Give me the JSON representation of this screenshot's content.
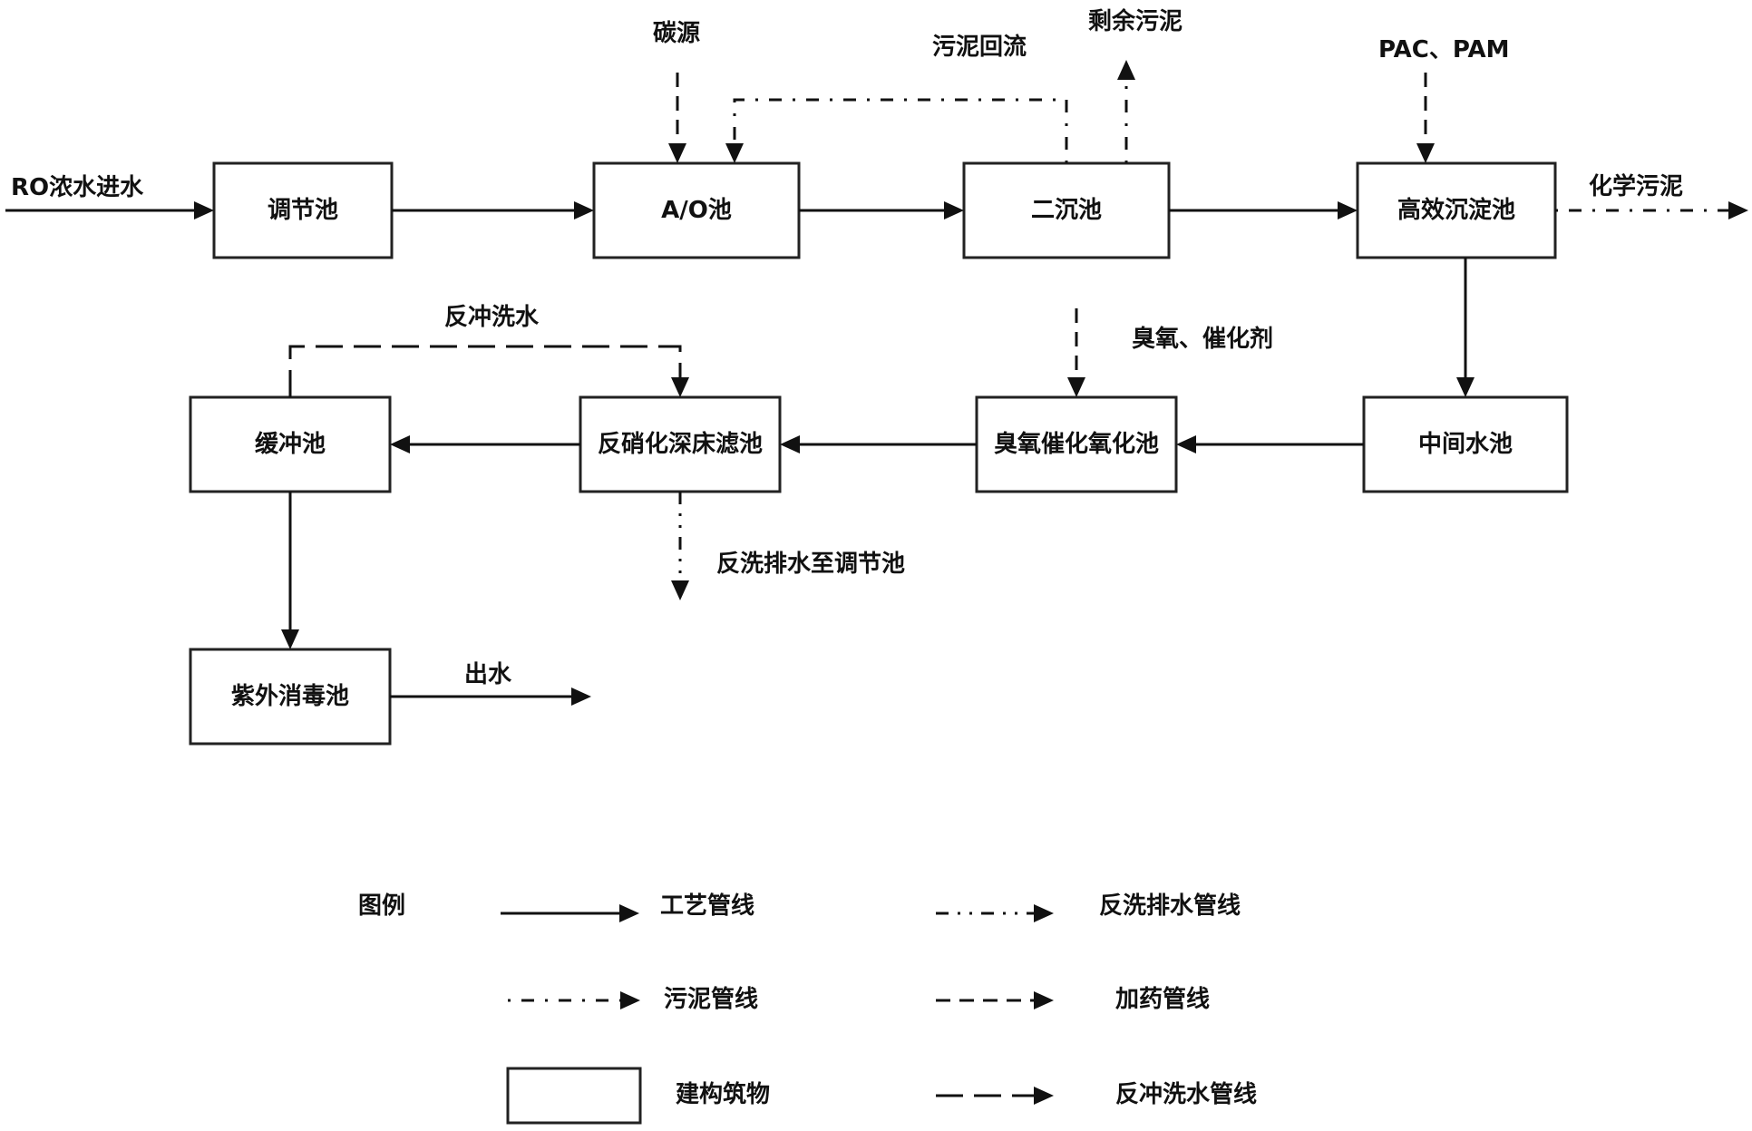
{
  "nodes": {
    "adjust_tank": "调节池",
    "ao_tank": "A/O池",
    "secondary_settling": "二沉池",
    "high_eff_settling": "高效沉淀池",
    "intermediate_tank": "中间水池",
    "ozone_tank": "臭氧催化氧化池",
    "denitrification_filter": "反硝化深床滤池",
    "buffer_tank": "缓冲池",
    "uv_tank": "紫外消毒池"
  },
  "labels": {
    "ro_inflow": "RO浓水进水",
    "carbon_source": "碳源",
    "sludge_return": "污泥回流",
    "excess_sludge": "剩余污泥",
    "pac_pam": "PAC、PAM",
    "chemical_sludge": "化学污泥",
    "ozone_catalyst": "臭氧、催化剂",
    "backwash_water": "反冲洗水",
    "backwash_drain": "反洗排水至调节池",
    "effluent": "出水"
  },
  "legend": {
    "title": "图例",
    "process_line": "工艺管线",
    "backwash_drain_line": "反洗排水管线",
    "sludge_line": "污泥管线",
    "dosing_line": "加药管线",
    "structure": "建构筑物",
    "backwash_water_line": "反冲洗水管线"
  }
}
